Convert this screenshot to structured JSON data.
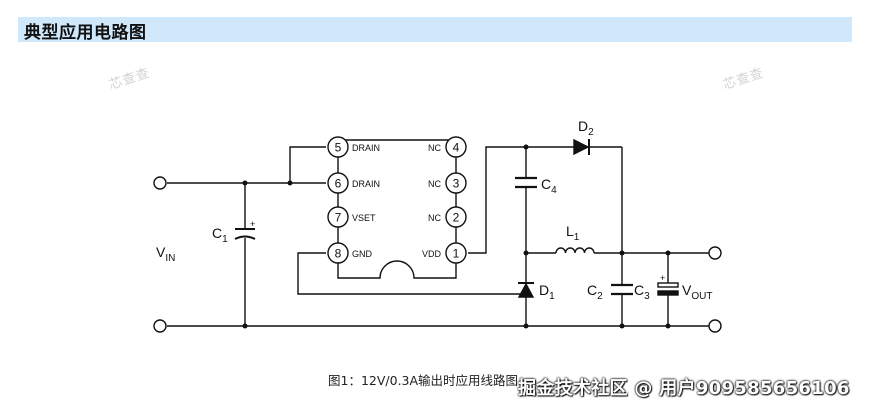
{
  "header": {
    "title": "典型应用电路图"
  },
  "watermarks": [
    "芯查查",
    "芯查查"
  ],
  "ic": {
    "pins": [
      {
        "num": "5",
        "name": "DRAIN"
      },
      {
        "num": "6",
        "name": "DRAIN"
      },
      {
        "num": "7",
        "name": "VSET"
      },
      {
        "num": "8",
        "name": "GND"
      },
      {
        "num": "4",
        "name": "NC"
      },
      {
        "num": "3",
        "name": "NC"
      },
      {
        "num": "2",
        "name": "NC"
      },
      {
        "num": "1",
        "name": "VDD"
      }
    ]
  },
  "labels": {
    "vin": {
      "main": "V",
      "sub": "IN"
    },
    "c1": {
      "main": "C",
      "sub": "1"
    },
    "c4": {
      "main": "C",
      "sub": "4"
    },
    "d2": {
      "main": "D",
      "sub": "2"
    },
    "l1": {
      "main": "L",
      "sub": "1"
    },
    "d1": {
      "main": "D",
      "sub": "1"
    },
    "c2": {
      "main": "C",
      "sub": "2"
    },
    "c3": {
      "main": "C",
      "sub": "3"
    },
    "vout": {
      "main": "V",
      "sub": "OUT"
    },
    "plus": "+"
  },
  "caption": "图1：12V/0.3A输出时应用线路图",
  "credit": "掘金技术社区 @ 用户909585656106",
  "colors": {
    "header_bg": "#cfe8fb",
    "line": "#111111",
    "watermark": "#d2d2d2"
  }
}
